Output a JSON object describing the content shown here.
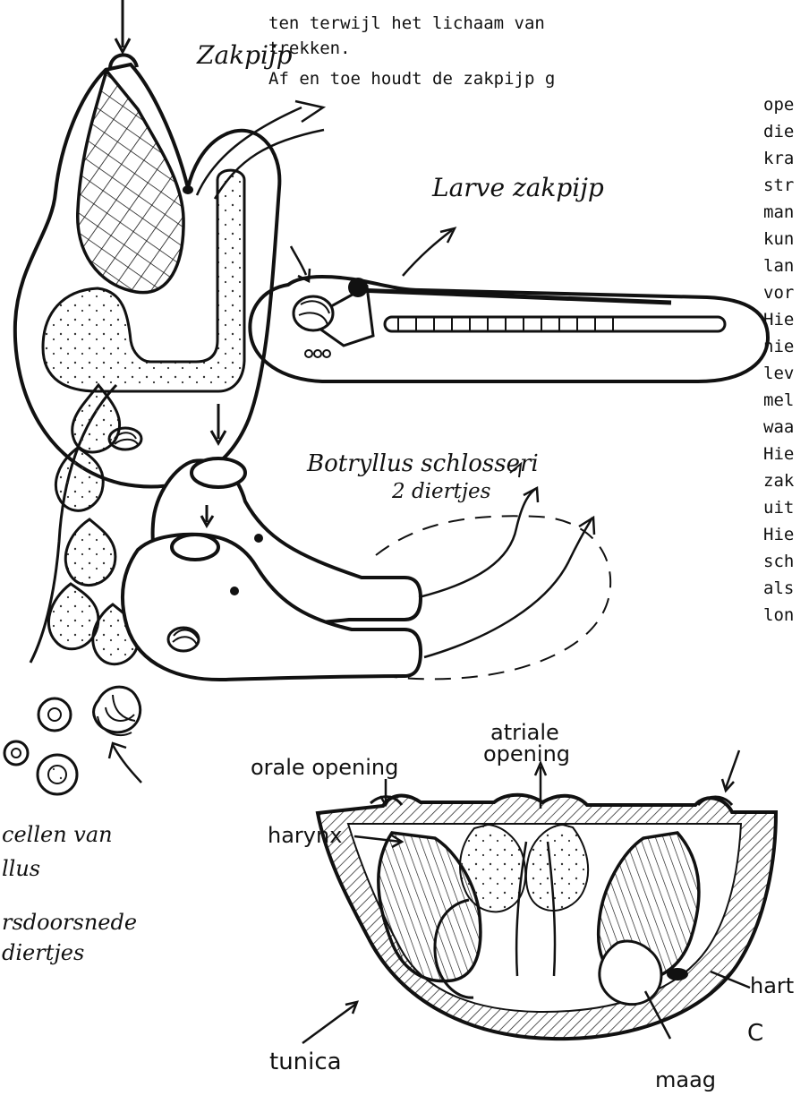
{
  "typed_text": {
    "top_lines": [
      "ten terwijl het lichaam van",
      "trekken.",
      "Af en toe houdt de zakpijp g"
    ],
    "column_lines": [
      "ope",
      "die",
      "kra",
      "str",
      "man",
      "kun",
      "lan",
      "vor",
      "Hie",
      "nie",
      "lev",
      "mel",
      "waa",
      "Hie",
      "zak",
      "uit",
      "Hie",
      "sch",
      "als",
      "lon"
    ]
  },
  "labels": {
    "zakpijp": "Zakpijp",
    "larve": "Larve zakpijp",
    "botryllus": "Botryllus schlosseri",
    "botryllus_sub": "2 diertjes",
    "cells_1": "cellen van",
    "cells_2": "llus",
    "cross_1": "rsdoorsnede",
    "cross_2": "diertjes",
    "atriale": "atriale",
    "opening": "opening",
    "orale": "orale opening",
    "farynx": "harynx",
    "hart": "hart",
    "tunica": "tunica",
    "maag": "maag",
    "c": "C"
  }
}
